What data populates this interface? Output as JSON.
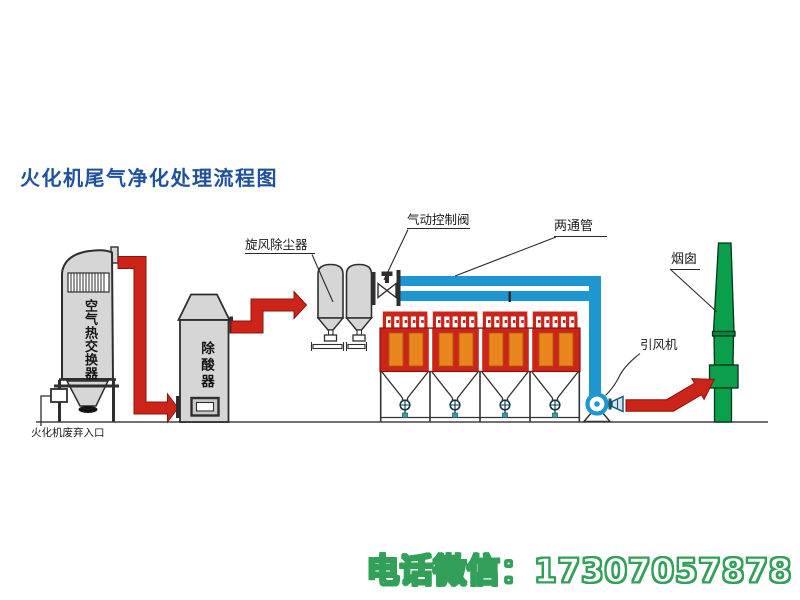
{
  "title": "火化机尾气净化处理流程图",
  "equipment": {
    "heat_exchanger": "空气热交换器",
    "deacidifier": "除酸器"
  },
  "callouts": {
    "cyclone": "旋风除尘器",
    "pneumatic_valve": "气动控制阀",
    "two_way_pipe": "两通管",
    "chimney": "烟囱",
    "draft_fan": "引风机",
    "inlet": "火化机废弃入口"
  },
  "contact": "电话微信：17307057878",
  "colors": {
    "title_blue": "#20519f",
    "duct_red": "#cc2418",
    "pipe_blue": "#1e96d2",
    "chimney_green": "#0aa04b",
    "cell_orange": "#e8851c",
    "vessel_gray": "#d6d6d6",
    "contact_green": "#33a059",
    "valve_teal": "#3b9ba3"
  }
}
